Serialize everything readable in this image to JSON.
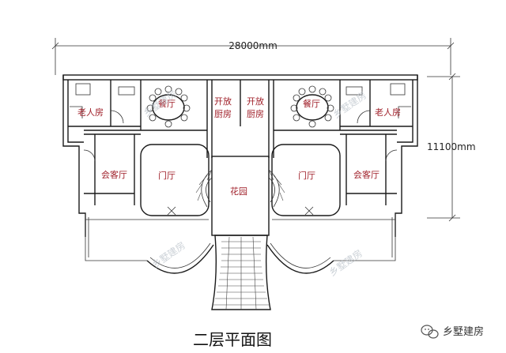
{
  "dimensions": {
    "width_label": "28000mm",
    "depth_label": "11100mm"
  },
  "rooms": {
    "left_elder_room": "老人房",
    "left_dining": "餐厅",
    "left_open_kitchen": "开放\n厨房",
    "right_open_kitchen": "开放\n厨房",
    "right_dining": "餐厅",
    "right_elder_room": "老人房",
    "left_guest_room": "会客厅",
    "left_foyer": "门厅",
    "garden": "花园",
    "right_foyer": "门厅",
    "right_guest_room": "会客厅"
  },
  "caption": "二层平面图",
  "watermarks": [
    "乡墅建房",
    "乡墅建房",
    "乡墅建房",
    "乡墅建房"
  ],
  "brand": {
    "name": "乡墅建房",
    "logo_icon": "wechat-icon"
  }
}
